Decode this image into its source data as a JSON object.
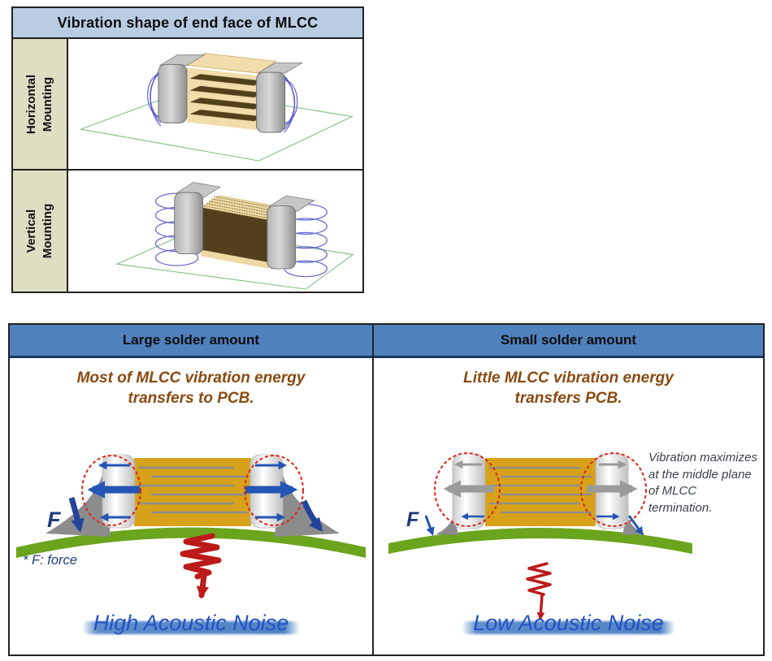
{
  "vibration_table": {
    "title": "Vibration shape of end face of MLCC",
    "rows": [
      {
        "line1": "Horizontal",
        "line2": "Mounting"
      },
      {
        "line1": "Vertical",
        "line2": "Mounting"
      }
    ]
  },
  "solder_panels": [
    {
      "header": "Large solder amount",
      "desc_line1": "Most of MLCC vibration energy",
      "desc_line2": "transfers to PCB.",
      "force_label": "F",
      "force_note": "* F: force",
      "result": "High Acoustic Noise"
    },
    {
      "header": "Small solder amount",
      "desc_line1": "Little MLCC vibration energy",
      "desc_line2": "transfers PCB.",
      "force_label": "F",
      "annotation": "Vibration maximizes at the middle plane of MLCC termination.",
      "result": "Low Acoustic Noise"
    }
  ],
  "colors": {
    "top_header_bg": "#b9cce3",
    "row_label_bg": "#dedec3",
    "panel_header_bg": "#4f81bd",
    "panel_header_border": "#17375e",
    "mlcc_body_gold": "#d7a219",
    "electrode_gray": "#8e8e8e",
    "pcb_green": "#6ba41d",
    "solder_gray": "#8c8c8c",
    "arrow_blue": "#2356b4",
    "arrow_gray": "#9b9b9b",
    "arrow_navy": "#24449c",
    "vibration_dashed_red": "#e02418",
    "spring_red": "#bd1a1a",
    "desc_brown": "#8a4a10",
    "force_navy": "#1f3d7a",
    "annotation_gray": "#3c434b",
    "noise_text_blue": "#2551c5",
    "noise_band_blue": "#5f8fcc",
    "ring_blue": "#5c5ccc",
    "board_wire_green": "#8cc08c",
    "ceramic_tan": "#f3dcab",
    "electrode_dark_brown": "#52401c",
    "termination_gray": "#9a9a9a"
  }
}
